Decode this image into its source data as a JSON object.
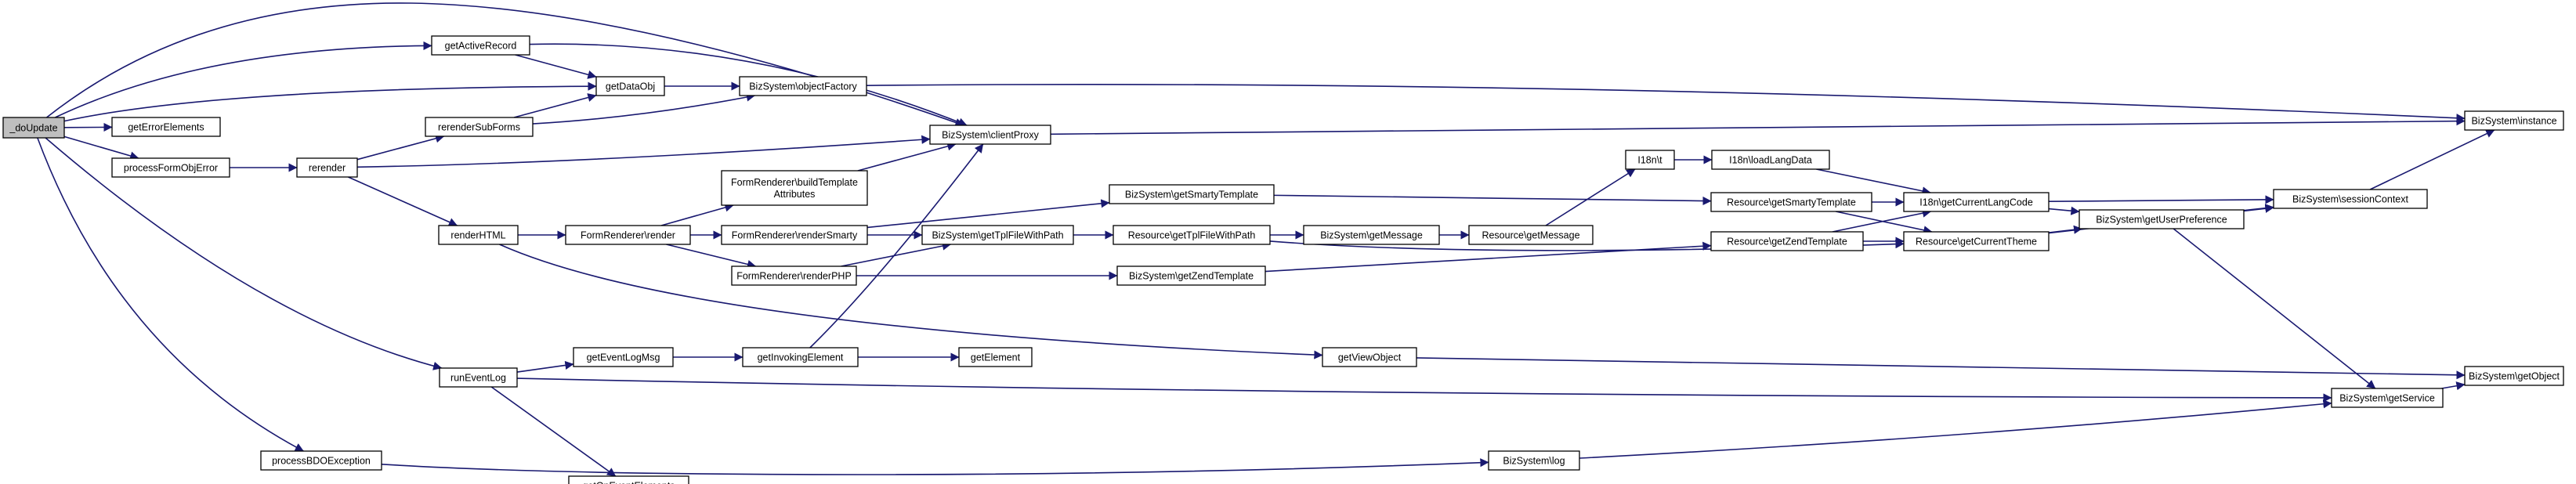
{
  "diagram": {
    "edge_color": "#191970",
    "node_border_color": "#000000",
    "root_fill": "#bfbfbf",
    "node_fill": "#ffffff",
    "nodes": {
      "doUpdate": {
        "label": [
          "_doUpdate"
        ],
        "root": true
      },
      "getErrorElements": {
        "label": [
          "getErrorElements"
        ]
      },
      "processFormObjError": {
        "label": [
          "processFormObjError"
        ]
      },
      "runEventLog": {
        "label": [
          "runEventLog"
        ]
      },
      "processBDOException": {
        "label": [
          "processBDOException"
        ]
      },
      "getActiveRecord": {
        "label": [
          "getActiveRecord"
        ]
      },
      "getDataObj": {
        "label": [
          "getDataObj"
        ]
      },
      "objectFactory": {
        "label": [
          "BizSystem\\objectFactory"
        ]
      },
      "clientProxy": {
        "label": [
          "BizSystem\\clientProxy"
        ]
      },
      "instance": {
        "label": [
          "BizSystem\\instance"
        ]
      },
      "rerender": {
        "label": [
          "rerender"
        ]
      },
      "rerenderSubForms": {
        "label": [
          "rerenderSubForms"
        ]
      },
      "renderHTML": {
        "label": [
          "renderHTML"
        ]
      },
      "formRenderer": {
        "label": [
          "FormRenderer\\render"
        ]
      },
      "buildTemplateAttributes": {
        "label": [
          "FormRenderer\\buildTemplate",
          "Attributes"
        ]
      },
      "renderSmarty": {
        "label": [
          "FormRenderer\\renderSmarty"
        ]
      },
      "renderPHP": {
        "label": [
          "FormRenderer\\renderPHP"
        ]
      },
      "bizGetSmartyTemplate": {
        "label": [
          "BizSystem\\getSmartyTemplate"
        ]
      },
      "bizGetTplFileWithPath": {
        "label": [
          "BizSystem\\getTplFileWithPath"
        ]
      },
      "bizGetZendTemplate": {
        "label": [
          "BizSystem\\getZendTemplate"
        ]
      },
      "resGetTplFileWithPath": {
        "label": [
          "Resource\\getTplFileWithPath"
        ]
      },
      "bizGetMessage": {
        "label": [
          "BizSystem\\getMessage"
        ]
      },
      "resGetMessage": {
        "label": [
          "Resource\\getMessage"
        ]
      },
      "i18nT": {
        "label": [
          "I18n\\t"
        ]
      },
      "loadLangData": {
        "label": [
          "I18n\\loadLangData"
        ]
      },
      "resGetSmartyTemplate": {
        "label": [
          "Resource\\getSmartyTemplate"
        ]
      },
      "resGetZendTemplate": {
        "label": [
          "Resource\\getZendTemplate"
        ]
      },
      "getCurrentLangCode": {
        "label": [
          "I18n\\getCurrentLangCode"
        ]
      },
      "getCurrentTheme": {
        "label": [
          "Resource\\getCurrentTheme"
        ]
      },
      "getUserPreference": {
        "label": [
          "BizSystem\\getUserPreference"
        ]
      },
      "sessionContext": {
        "label": [
          "BizSystem\\sessionContext"
        ]
      },
      "getEventLogMsg": {
        "label": [
          "getEventLogMsg"
        ]
      },
      "getInvokingElement": {
        "label": [
          "getInvokingElement"
        ]
      },
      "getElement": {
        "label": [
          "getElement"
        ]
      },
      "getOnEventElements": {
        "label": [
          "getOnEventElements"
        ]
      },
      "getViewObject": {
        "label": [
          "getViewObject"
        ]
      },
      "getService": {
        "label": [
          "BizSystem\\getService"
        ]
      },
      "getObject": {
        "label": [
          "BizSystem\\getObject"
        ]
      },
      "bizLog": {
        "label": [
          "BizSystem\\log"
        ]
      }
    }
  }
}
